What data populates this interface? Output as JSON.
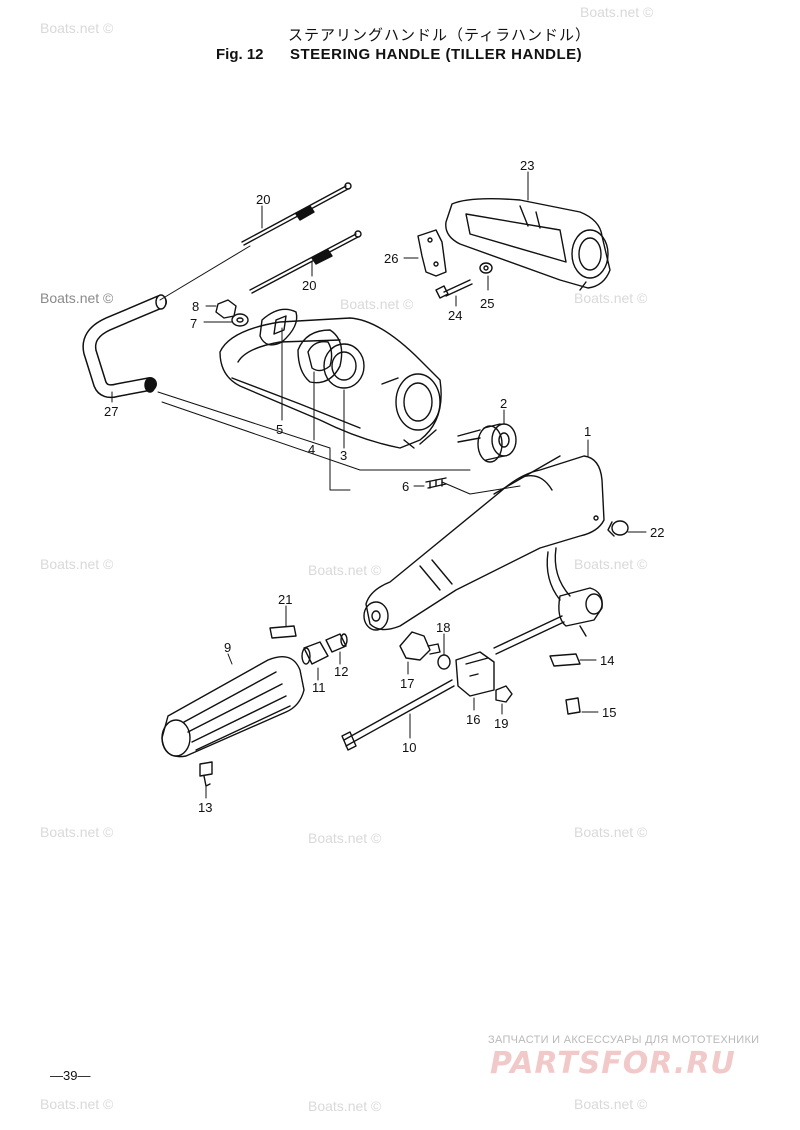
{
  "header": {
    "title_jp": "ステアリングハンドル（ティラハンドル）",
    "fig_no": "Fig. 12",
    "title_en": "STEERING HANDLE (TILLER HANDLE)"
  },
  "watermark": "Boats.net ©",
  "callouts": {
    "c1": "1",
    "c2": "2",
    "c3": "3",
    "c4": "4",
    "c5": "5",
    "c6": "6",
    "c7": "7",
    "c8": "8",
    "c9": "9",
    "c10": "10",
    "c11": "11",
    "c12": "12",
    "c13": "13",
    "c14": "14",
    "c15": "15",
    "c16": "16",
    "c17": "17",
    "c18": "18",
    "c19": "19",
    "c20a": "20",
    "c20b": "20",
    "c21": "21",
    "c22": "22",
    "c23": "23",
    "c24": "24",
    "c25": "25",
    "c26": "26",
    "c27": "27"
  },
  "footer": {
    "page_no": "—39—",
    "ad_text": "ЗАПЧАСТИ И АКСЕССУАРЫ ДЛЯ МОТОТЕХНИКИ",
    "ad_logo": "PARTSFOR.RU"
  },
  "colors": {
    "ink": "#111111",
    "watermark": "#d9d9d9",
    "ad_logo": "#f2c9c9"
  }
}
